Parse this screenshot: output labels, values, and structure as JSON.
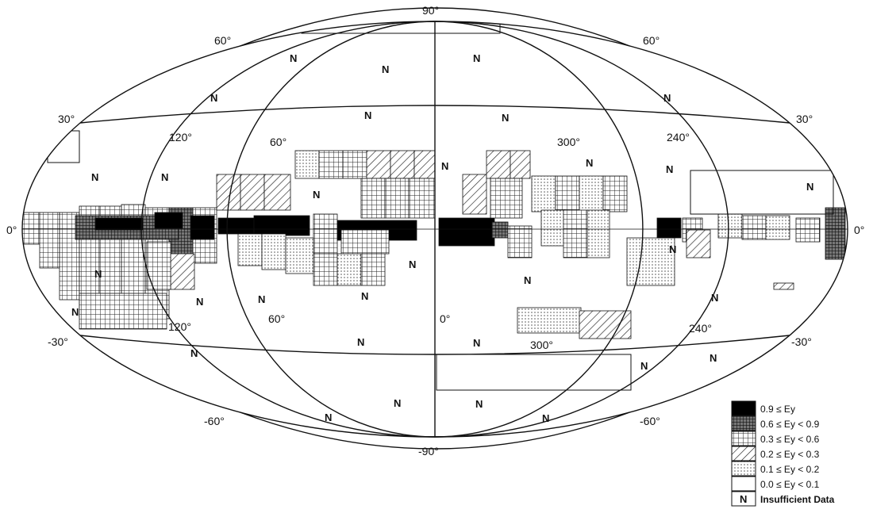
{
  "map": {
    "projection": "Aitoff equal-area, galactic coordinates",
    "outline_color": "#111111",
    "latitude_labels": {
      "north_pole": "90°",
      "south_pole": "-90°",
      "lat60_left": "60°",
      "lat60_right": "60°",
      "lat30_left": "30°",
      "lat30_right": "30°",
      "equator_left": "0°",
      "equator_right": "0°",
      "latm30_left": "-30°",
      "latm30_right": "-30°",
      "latm60_left": "-60°",
      "latm60_right": "-60°"
    },
    "longitude_labels": {
      "north_120": "120°",
      "north_60": "60°",
      "north_300": "300°",
      "north_240": "240°",
      "south_120": "120°",
      "south_60": "60°",
      "south_0": "0°",
      "south_300": "300°",
      "south_240": "240°"
    },
    "insufficient_marker": "N"
  },
  "legend": {
    "items": [
      {
        "label": "0.9  ≤ Ey",
        "pattern": "black"
      },
      {
        "label": "0.6  ≤ Ey < 0.9",
        "pattern": "dense-grid"
      },
      {
        "label": "0.3  ≤ Ey < 0.6",
        "pattern": "grid"
      },
      {
        "label": "0.2  ≤ Ey < 0.3",
        "pattern": "hatch"
      },
      {
        "label": "0.1  ≤ Ey < 0.2",
        "pattern": "dots"
      },
      {
        "label": "0.0  ≤ Ey < 0.1",
        "pattern": "white"
      }
    ],
    "insufficient_symbol": "N",
    "insufficient_label": "Insufficient Data"
  }
}
